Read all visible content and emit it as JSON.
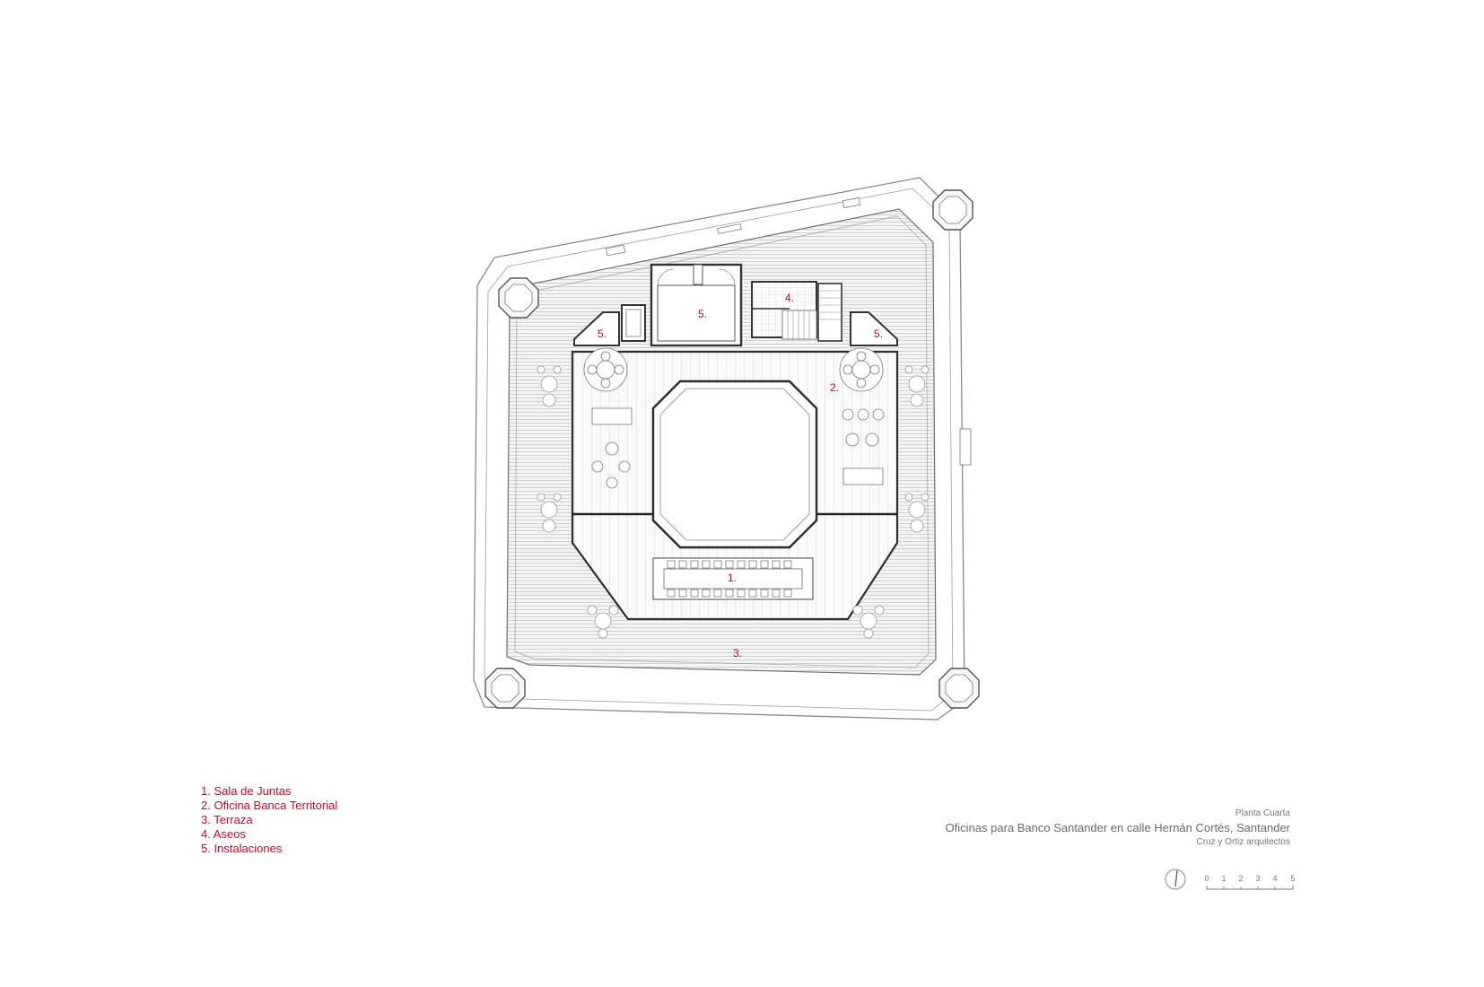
{
  "plan_labels": {
    "sala": "1.",
    "oficina": "2.",
    "terraza": "3.",
    "aseos": "4.",
    "inst_center": "5.",
    "inst_left": "5.",
    "inst_right": "5."
  },
  "legend": [
    "1. Sala de Juntas",
    "2. Oficina Banca Territorial",
    "3. Terraza",
    "4. Aseos",
    "5. Instalaciones"
  ],
  "title_block": {
    "floor": "Planta Cuarta",
    "project": "Oficinas para Banco Santander en calle Hernán Cortés, Santander",
    "authors": "Cruz y Ortiz arquitectos"
  },
  "scale_bar": {
    "ticks": [
      "0",
      "1",
      "2",
      "3",
      "4",
      "5"
    ]
  },
  "colors": {
    "label": "#d6002a",
    "line": "#555555",
    "hatch": "#c8c8c8"
  }
}
